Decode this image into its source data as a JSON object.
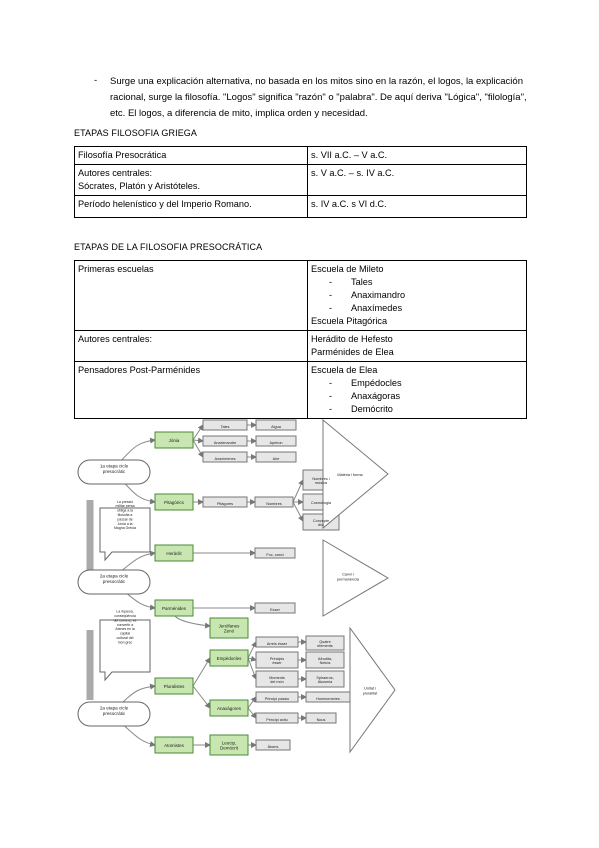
{
  "intro": {
    "bullet": "-",
    "text": "Surge una explicación alternativa, no basada en los mitos sino en la razón, el logos, la explicación racional, surge la filosofía. \"Logos\" significa \"razón\" o \"palabra\". De aquí deriva \"Lógica\", \"filología\", etc. El logos, a diferencia de mito, implica orden y necesidad."
  },
  "table1": {
    "heading": "ETAPAS FILOSOFIA GRIEGA",
    "rows": [
      {
        "left": "Filosofía Presocrática",
        "left2": "",
        "right": "s. VII a.C. – V a.C."
      },
      {
        "left": "Autores centrales:",
        "left2": "Sócrates, Platón y Aristóteles.",
        "right": "s. V a.C. – s. IV a.C."
      },
      {
        "left": "Período helenístico y del Imperio Romano.",
        "left2": "",
        "right": "s. IV a.C. s VI d.C."
      }
    ]
  },
  "table2": {
    "heading": "ETAPAS DE LA FILOSOFIA PRESOCRÁTICA",
    "rows": [
      {
        "left": "Primeras escuelas",
        "right_lines": [
          {
            "text": "Escuela de Mileto",
            "sub": false
          },
          {
            "text": "Tales",
            "sub": true
          },
          {
            "text": "Anaximandro",
            "sub": true
          },
          {
            "text": "Anaxímedes",
            "sub": true
          },
          {
            "text": "Escuela Pitagórica",
            "sub": false
          }
        ]
      },
      {
        "left": "Autores centrales:",
        "right_lines": [
          {
            "text": "Herádito de Hefesto",
            "sub": false
          },
          {
            "text": "Parménides de Elea",
            "sub": false
          }
        ]
      },
      {
        "left": "Pensadores Post-Parménides",
        "right_lines": [
          {
            "text": "Escuela de Elea",
            "sub": false
          },
          {
            "text": "Empédocles",
            "sub": true
          },
          {
            "text": "Anaxágoras",
            "sub": true
          },
          {
            "text": "Demócrito",
            "sub": true
          }
        ]
      }
    ],
    "dash": "-"
  },
  "diagram": {
    "etapa1": "1a etapa cicle presocràtic",
    "etapa2": "2a etapa cicle presocràtic",
    "etapa3": "2a etapa cicle presocràtic",
    "callout1": "La pressió militar persa obliga a la filosofia a passar de Jònia a la Magna Grècia",
    "callout2": "La riquesa, conseqüència del comerç, va convertir a Atenes en la capital cultural del món grec",
    "jonia": "Jònia",
    "tales": "Tales",
    "aigua": "Aigua",
    "anaximandre": "Anaximandre",
    "aperiron": "Apeiron",
    "anaximenes": "Anaxímenes",
    "aire": "Aire",
    "pitagorics": "Pitagòrics",
    "pitagoras": "Pitàgores",
    "nombres": "Nombres",
    "nombres_musica": "Nombres i música",
    "cosmologia": "Cosmologia",
    "concepte_divi": "Concepte diví",
    "materia_forma": "Matèria i forma",
    "heraclit": "Heràclit",
    "foc_canvi": "Foc, canvi",
    "canvi_permanencia": "Canvi i permanència",
    "parmenides": "Parménides",
    "esser": "Esser",
    "jenofanes": "Jenòfanes Zenó",
    "pluralistes": "Pluralistes",
    "empedocles": "Empèdocles",
    "arrels": "Arrels ésser",
    "quatre": "Quatre elements",
    "principis": "Principis ésser",
    "afrodita": "Afrodita, Nekós",
    "moments": "Moments del món",
    "sphaeros": "Sphaeros, Akosmia",
    "anaxagores": "Anaxàgores",
    "principi_passiu": "Principi passiu",
    "homeomeries": "Homeomeries",
    "principi_actiu": "Principi actiu",
    "nous": "Nous",
    "atomistes": "Atomistes",
    "leucip": "Leucip, Demòcrit",
    "atoms": "Àtoms",
    "unitat_pluralitat": "Unitat i pluralitat"
  }
}
